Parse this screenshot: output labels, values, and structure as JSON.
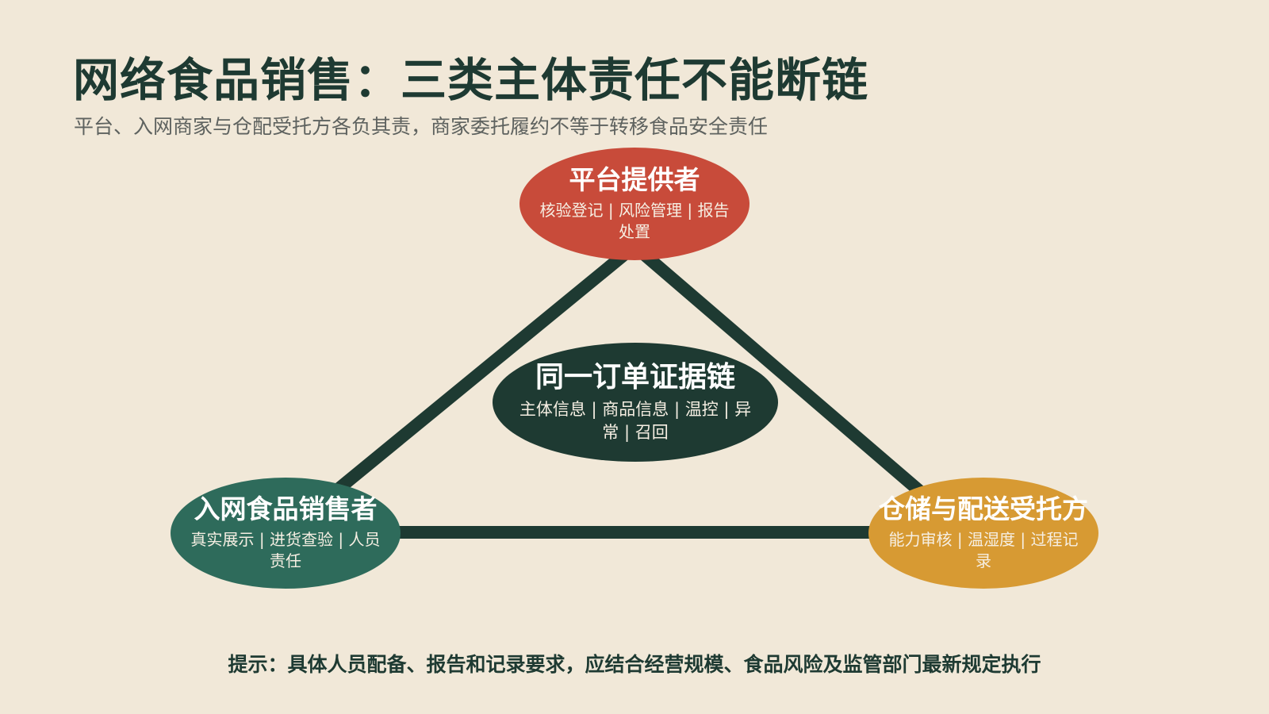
{
  "title": "网络食品销售：三类主体责任不能断链",
  "subtitle": "平台、入网商家与仓配受托方各负其责，商家委托履约不等于转移食品安全责任",
  "nodes": {
    "platform": {
      "title": "平台提供者",
      "desc": "核验登记 | 风险管理 | 报告处置",
      "color": "#c84b3a"
    },
    "seller": {
      "title": "入网食品销售者",
      "desc": "真实展示 | 进货查验 | 人员责任",
      "color": "#2e6b5b"
    },
    "warehouse": {
      "title": "仓储与配送受托方",
      "desc": "能力审核 | 温湿度 | 过程记录",
      "color": "#d79a33"
    },
    "center": {
      "title": "同一订单证据链",
      "desc": "主体信息 | 商品信息 | 温控 | 异常 | 召回",
      "color": "#1e3a32"
    }
  },
  "tip": "提示：具体人员配备、报告和记录要求，应结合经营规模、食品风险及监管部门最新规定执行",
  "colors": {
    "background": "#f1e8d8",
    "edge": "#1e3a32",
    "title": "#1e3a32"
  }
}
